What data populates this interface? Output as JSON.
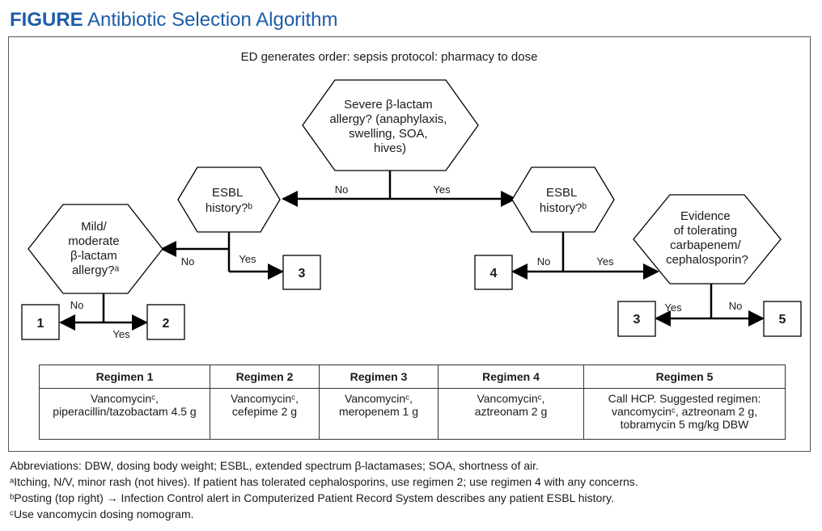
{
  "figure": {
    "label": "FIGURE",
    "title": "Antibiotic Selection Algorithm"
  },
  "nodes": {
    "start": "ED generates order: sepsis protocol: pharmacy to dose",
    "severe_allergy": [
      "Severe β-lactam",
      "allergy? (anaphylaxis,",
      "swelling, SOA,",
      "hives)"
    ],
    "esbl_left": [
      "ESBL",
      "history?ᵇ"
    ],
    "esbl_right": [
      "ESBL",
      "history?ᵇ"
    ],
    "mild_allergy": [
      "Mild/",
      "moderate",
      "β-lactam",
      "allergy?ᵃ"
    ],
    "evidence": [
      "Evidence",
      "of tolerating",
      "carbapenem/",
      "cephalosporin?"
    ]
  },
  "edge_labels": {
    "severe_no": "No",
    "severe_yes": "Yes",
    "esbl_left_no": "No",
    "esbl_left_yes": "Yes",
    "esbl_right_no": "No",
    "esbl_right_yes": "Yes",
    "mild_no": "No",
    "mild_yes": "Yes",
    "evidence_yes": "Yes",
    "evidence_no": "No"
  },
  "outcomes": {
    "r1": "1",
    "r2": "2",
    "r3_left": "3",
    "r4": "4",
    "r3_right": "3",
    "r5": "5"
  },
  "regimens": {
    "headers": [
      "Regimen 1",
      "Regimen 2",
      "Regimen 3",
      "Regimen 4",
      "Regimen 5"
    ],
    "cells": [
      [
        "Vancomycinᶜ,",
        "piperacillin/tazobactam 4.5 g"
      ],
      [
        "Vancomycinᶜ,",
        "cefepime 2 g"
      ],
      [
        "Vancomycinᶜ,",
        "meropenem 1 g"
      ],
      [
        "Vancomycinᶜ,",
        "aztreonam 2 g"
      ],
      [
        "Call HCP. Suggested regimen:",
        "vancomycinᶜ, aztreonam 2 g,",
        "tobramycin 5 mg/kg DBW"
      ]
    ]
  },
  "footnotes": {
    "abbrev": "Abbreviations: DBW, dosing body weight; ESBL, extended spectrum β-lactamases; SOA, shortness of air.",
    "a": "ᵃItching, N/V, minor rash (not hives). If patient has tolerated cephalosporins, use regimen 2; use regimen 4 with any concerns.",
    "b": "ᵇPosting (top right) → Infection Control alert in Computerized Patient Record System describes any patient ESBL history.",
    "c": "ᶜUse vancomycin dosing nomogram."
  }
}
